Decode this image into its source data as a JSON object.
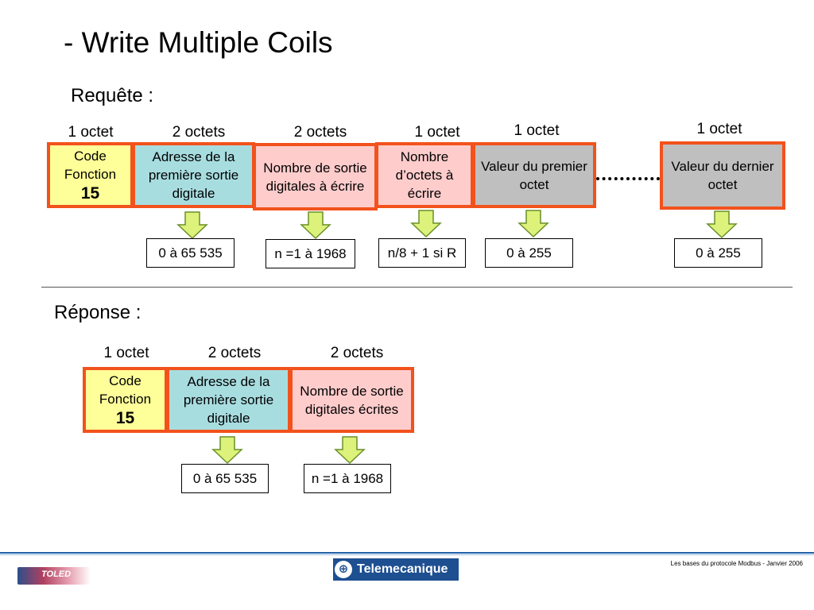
{
  "title": "- Write Multiple Coils",
  "request": {
    "heading": "Requête :",
    "sizes": [
      "1 octet",
      "2 octets",
      "2 octets",
      "1 octet",
      "1 octet",
      "1 octet"
    ],
    "fields": [
      {
        "line1": "Code",
        "line2": "Fonction",
        "line3": "15"
      },
      {
        "text": "Adresse de la première sortie digitale"
      },
      {
        "text": "Nombre de sortie digitales à écrire"
      },
      {
        "text": "Nombre d’octets à écrire"
      },
      {
        "text": "Valeur du premier octet"
      },
      {
        "text": "Valeur du dernier octet"
      }
    ],
    "ranges": [
      "0 à 65 535",
      "n =1 à 1968",
      "n/8 + 1 si R",
      "0 à 255",
      "0 à 255"
    ]
  },
  "response": {
    "heading": "Réponse :",
    "sizes": [
      "1 octet",
      "2 octets",
      "2 octets"
    ],
    "fields": [
      {
        "line1": "Code",
        "line2": "Fonction",
        "line3": "15"
      },
      {
        "text": "Adresse de la première sortie digitale"
      },
      {
        "text": "Nombre de sortie digitales écrites"
      }
    ],
    "ranges": [
      "0 à 65 535",
      "n =1 à 1968"
    ]
  },
  "footer": {
    "caption": "Les bases du protocole Modbus - Janvier 2006",
    "left_logo": "TOLED",
    "brand": "Telemecanique"
  },
  "colors": {
    "border": "#f2521c",
    "function_code": "#ffff99",
    "address": "#a8dde0",
    "count": "#ffcccc",
    "value": "#bfbfbf",
    "arrow_fill": "#ddf27a",
    "arrow_stroke": "#6a8f2a"
  },
  "icons": [
    "down-arrow-icon",
    "telemecanique-logo-icon"
  ]
}
